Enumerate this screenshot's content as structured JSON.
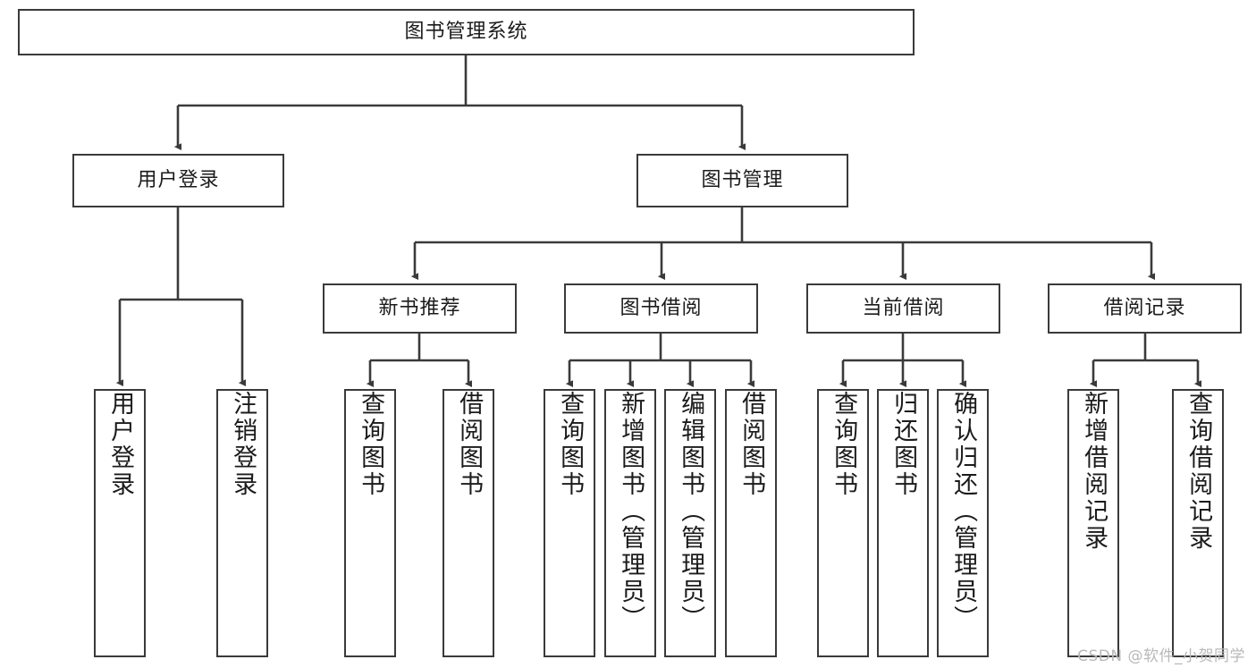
{
  "diagram": {
    "type": "tree-hierarchy-chart",
    "title": "图书管理系统",
    "stroke_color": "#3a3a3a",
    "text_color": "#1b1b1b",
    "background": "#ffffff",
    "root": {
      "id": "root",
      "label": "图书管理系统",
      "orientation": "horizontal"
    },
    "level2": [
      {
        "id": "user-login",
        "label": "用户登录",
        "orientation": "horizontal"
      },
      {
        "id": "book-management",
        "label": "图书管理",
        "orientation": "horizontal"
      }
    ],
    "level3": [
      {
        "id": "new-book-recommend",
        "label": "新书推荐",
        "orientation": "horizontal",
        "parent": "book-management"
      },
      {
        "id": "book-borrow",
        "label": "图书借阅",
        "orientation": "horizontal",
        "parent": "book-management"
      },
      {
        "id": "current-borrow",
        "label": "当前借阅",
        "orientation": "horizontal",
        "parent": "book-management"
      },
      {
        "id": "borrow-record",
        "label": "借阅记录",
        "orientation": "horizontal",
        "parent": "book-management"
      }
    ],
    "leaves": [
      {
        "id": "leaf-user-login",
        "label": "用户登录",
        "parent": "user-login",
        "orientation": "vertical"
      },
      {
        "id": "leaf-user-logout",
        "label": "注销登录",
        "parent": "user-login",
        "orientation": "vertical"
      },
      {
        "id": "leaf-query-book-1",
        "label": "查询图书",
        "parent": "new-book-recommend",
        "orientation": "vertical"
      },
      {
        "id": "leaf-borrow-book-1",
        "label": "借阅图书",
        "parent": "new-book-recommend",
        "orientation": "vertical"
      },
      {
        "id": "leaf-query-book-2",
        "label": "查询图书",
        "parent": "book-borrow",
        "orientation": "vertical"
      },
      {
        "id": "leaf-add-book",
        "label": "新增图书（管理员）",
        "parent": "book-borrow",
        "orientation": "vertical"
      },
      {
        "id": "leaf-edit-book",
        "label": "编辑图书（管理员）",
        "parent": "book-borrow",
        "orientation": "vertical"
      },
      {
        "id": "leaf-borrow-book-2",
        "label": "借阅图书",
        "parent": "book-borrow",
        "orientation": "vertical"
      },
      {
        "id": "leaf-query-book-3",
        "label": "查询图书",
        "parent": "current-borrow",
        "orientation": "vertical"
      },
      {
        "id": "leaf-return-book",
        "label": "归还图书",
        "parent": "current-borrow",
        "orientation": "vertical"
      },
      {
        "id": "leaf-confirm-return",
        "label": "确认归还（管理员）",
        "parent": "current-borrow",
        "orientation": "vertical"
      },
      {
        "id": "leaf-add-record",
        "label": "新增借阅记录",
        "parent": "borrow-record",
        "orientation": "vertical"
      },
      {
        "id": "leaf-query-record",
        "label": "查询借阅记录",
        "parent": "borrow-record",
        "orientation": "vertical"
      }
    ],
    "watermark": "CSDN @软件_小贺同学"
  }
}
